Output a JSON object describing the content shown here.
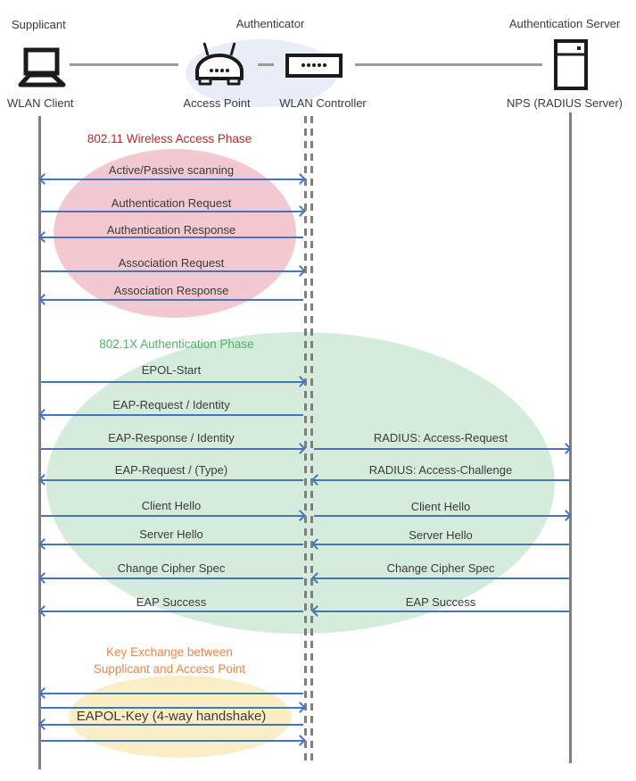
{
  "header": {
    "roles": [
      {
        "label": "Supplicant"
      },
      {
        "label": "Authenticator"
      },
      {
        "label": "Authentication Server"
      }
    ],
    "nodes": [
      {
        "label": "WLAN Client",
        "icon": "laptop-icon"
      },
      {
        "label": "Access Point",
        "icon": "access-point-icon"
      },
      {
        "label": "WLAN Controller",
        "icon": "wlan-controller-icon"
      },
      {
        "label": "NPS (RADIUS Server)",
        "icon": "server-icon"
      }
    ]
  },
  "phases": [
    {
      "title": "802.11 Wireless Access Phase"
    },
    {
      "title": "802.1X Authentication Phase"
    },
    {
      "title_line1": "Key Exchange between",
      "title_line2": "Supplicant and Access Point"
    }
  ],
  "messages": {
    "left": [
      {
        "label": "Active/Passive scanning",
        "direction": "both"
      },
      {
        "label": "Authentication Request",
        "direction": "right"
      },
      {
        "label": "Authentication Response",
        "direction": "left"
      },
      {
        "label": "Association Request",
        "direction": "right"
      },
      {
        "label": "Association Response",
        "direction": "left"
      },
      {
        "label": "EPOL-Start",
        "direction": "right"
      },
      {
        "label": "EAP-Request / Identity",
        "direction": "left"
      },
      {
        "label": "EAP-Response / Identity",
        "direction": "right"
      },
      {
        "label": "EAP-Request / (Type)",
        "direction": "left"
      },
      {
        "label": "Client Hello",
        "direction": "right"
      },
      {
        "label": "Server Hello",
        "direction": "left"
      },
      {
        "label": "Change Cipher Spec",
        "direction": "left"
      },
      {
        "label": "EAP Success",
        "direction": "left"
      }
    ],
    "right": [
      {
        "label": "RADIUS: Access-Request",
        "direction": "right"
      },
      {
        "label": "RADIUS: Access-Challenge",
        "direction": "left"
      },
      {
        "label": "Client Hello",
        "direction": "right"
      },
      {
        "label": "Server Hello",
        "direction": "left"
      },
      {
        "label": "Change Cipher Spec",
        "direction": "left"
      },
      {
        "label": "EAP Success",
        "direction": "left"
      }
    ],
    "key_exchange": {
      "label": "EAPOL-Key (4-way handshake)",
      "arrows": [
        "left",
        "right",
        "left",
        "right"
      ]
    }
  },
  "colors": {
    "arrow": "#4674BE",
    "lifeline": "#7F7F7F",
    "connector": "#9A9A9A",
    "text": "#3B3B3B",
    "icon": "#1B1B1B",
    "phase1_title": "#B22C2C",
    "phase2_title": "#4FB06A",
    "phase3_title": "#E58A50",
    "ellipse_pink": "#F2C9D0",
    "ellipse_green": "#D5ECDC",
    "ellipse_yellow": "#FBEEC6",
    "ellipse_blue": "#E9EDF8"
  }
}
